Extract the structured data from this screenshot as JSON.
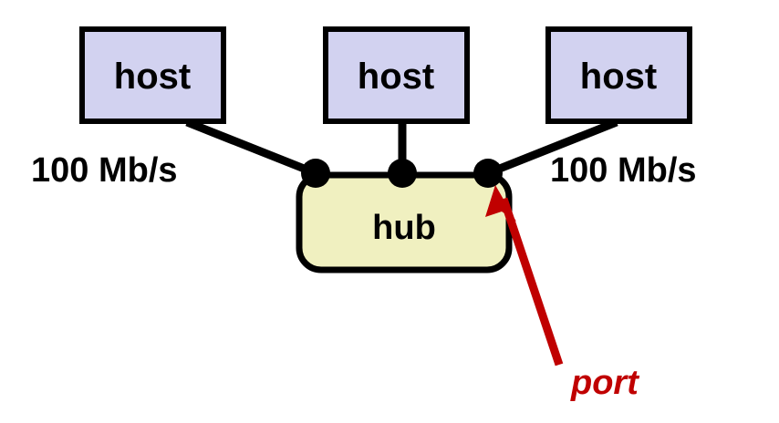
{
  "diagram": {
    "title": "hub network topology",
    "background_color": "#FFFFFF",
    "hosts": [
      {
        "label": "host",
        "name": "host-left"
      },
      {
        "label": "host",
        "name": "host-center"
      },
      {
        "label": "host",
        "name": "host-right"
      }
    ],
    "hub": {
      "label": "hub",
      "fill_color": "#F0F0C0",
      "stroke_color": "#000000"
    },
    "host_style": {
      "fill_color": "#D2D2F0",
      "stroke_color": "#000000"
    },
    "links": [
      {
        "name": "link-left",
        "rate_label": "100 Mb/s"
      },
      {
        "name": "link-center",
        "rate_label": ""
      },
      {
        "name": "link-right",
        "rate_label": "100 Mb/s"
      }
    ],
    "rate_labels": {
      "left": "100 Mb/s",
      "right": "100 Mb/s"
    },
    "ports": [
      {
        "name": "port-dot-left"
      },
      {
        "name": "port-dot-center"
      },
      {
        "name": "port-dot-right"
      }
    ],
    "annotation": {
      "label": "port",
      "color": "#C00000"
    }
  }
}
